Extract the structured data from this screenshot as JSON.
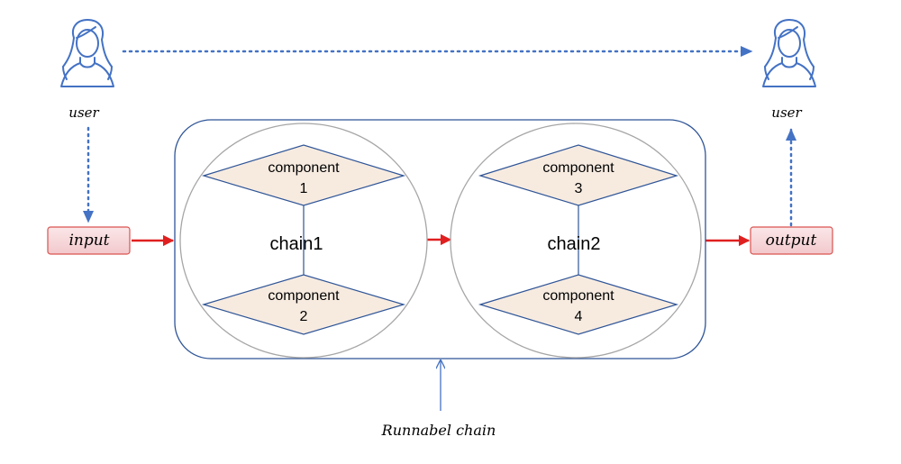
{
  "left_user": {
    "label": "user",
    "icon": "user-icon"
  },
  "right_user": {
    "label": "user",
    "icon": "user-icon"
  },
  "input_box": {
    "label": "input"
  },
  "output_box": {
    "label": "output"
  },
  "chain1": {
    "label": "chain1",
    "components": [
      {
        "line1": "component",
        "line2": "1"
      },
      {
        "line1": "component",
        "line2": "2"
      }
    ]
  },
  "chain2": {
    "label": "chain2",
    "components": [
      {
        "line1": "component",
        "line2": "3"
      },
      {
        "line1": "component",
        "line2": "4"
      }
    ]
  },
  "runnable_chain": {
    "label": "Runnabel chain"
  },
  "colors": {
    "blue": "#4472c4",
    "red": "#e02020",
    "diamond_fill": "#f7ebe0",
    "box_fill": "#f7d9dc",
    "box_stroke": "#d9534f",
    "circle_stroke": "#a6a6a6"
  }
}
